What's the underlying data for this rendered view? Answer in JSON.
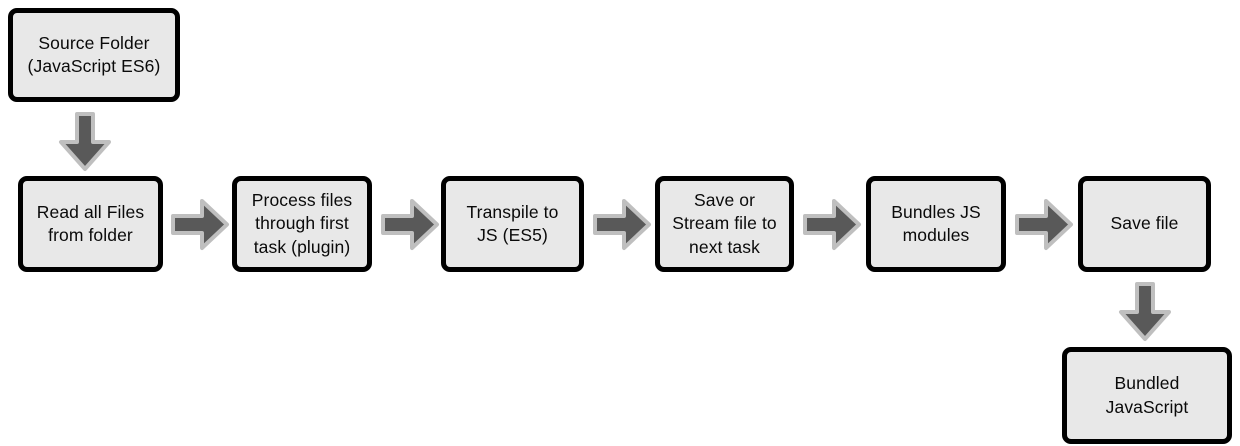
{
  "diagram": {
    "title": "JavaScript build pipeline flowchart",
    "colors": {
      "node_fill": "#e8e8e8",
      "node_border": "#000000",
      "arrow_fill": "#595959",
      "arrow_border": "#bfbfbf",
      "text": "#0a0a0a",
      "background": "#ffffff"
    },
    "nodes": [
      {
        "id": "source-folder",
        "label": "Source Folder\n(JavaScript ES6)"
      },
      {
        "id": "read-all-files",
        "label": "Read all Files\nfrom folder"
      },
      {
        "id": "process-files",
        "label": "Process files\nthrough first\ntask (plugin)"
      },
      {
        "id": "transpile-to-js",
        "label": "Transpile to\nJS (ES5)"
      },
      {
        "id": "save-or-stream",
        "label": "Save or\nStream file to\nnext task"
      },
      {
        "id": "bundles-js",
        "label": "Bundles JS\nmodules"
      },
      {
        "id": "save-file",
        "label": "Save file"
      },
      {
        "id": "bundled-javascript",
        "label": "Bundled\nJavaScript"
      }
    ],
    "arrows": [
      {
        "id": "arrow-source-to-read",
        "direction": "down"
      },
      {
        "id": "arrow-read-to-process",
        "direction": "right"
      },
      {
        "id": "arrow-process-to-transpile",
        "direction": "right"
      },
      {
        "id": "arrow-transpile-to-save",
        "direction": "right"
      },
      {
        "id": "arrow-save-to-bundles",
        "direction": "right"
      },
      {
        "id": "arrow-bundles-to-savefile",
        "direction": "right"
      },
      {
        "id": "arrow-savefile-to-bundled",
        "direction": "down"
      }
    ]
  }
}
